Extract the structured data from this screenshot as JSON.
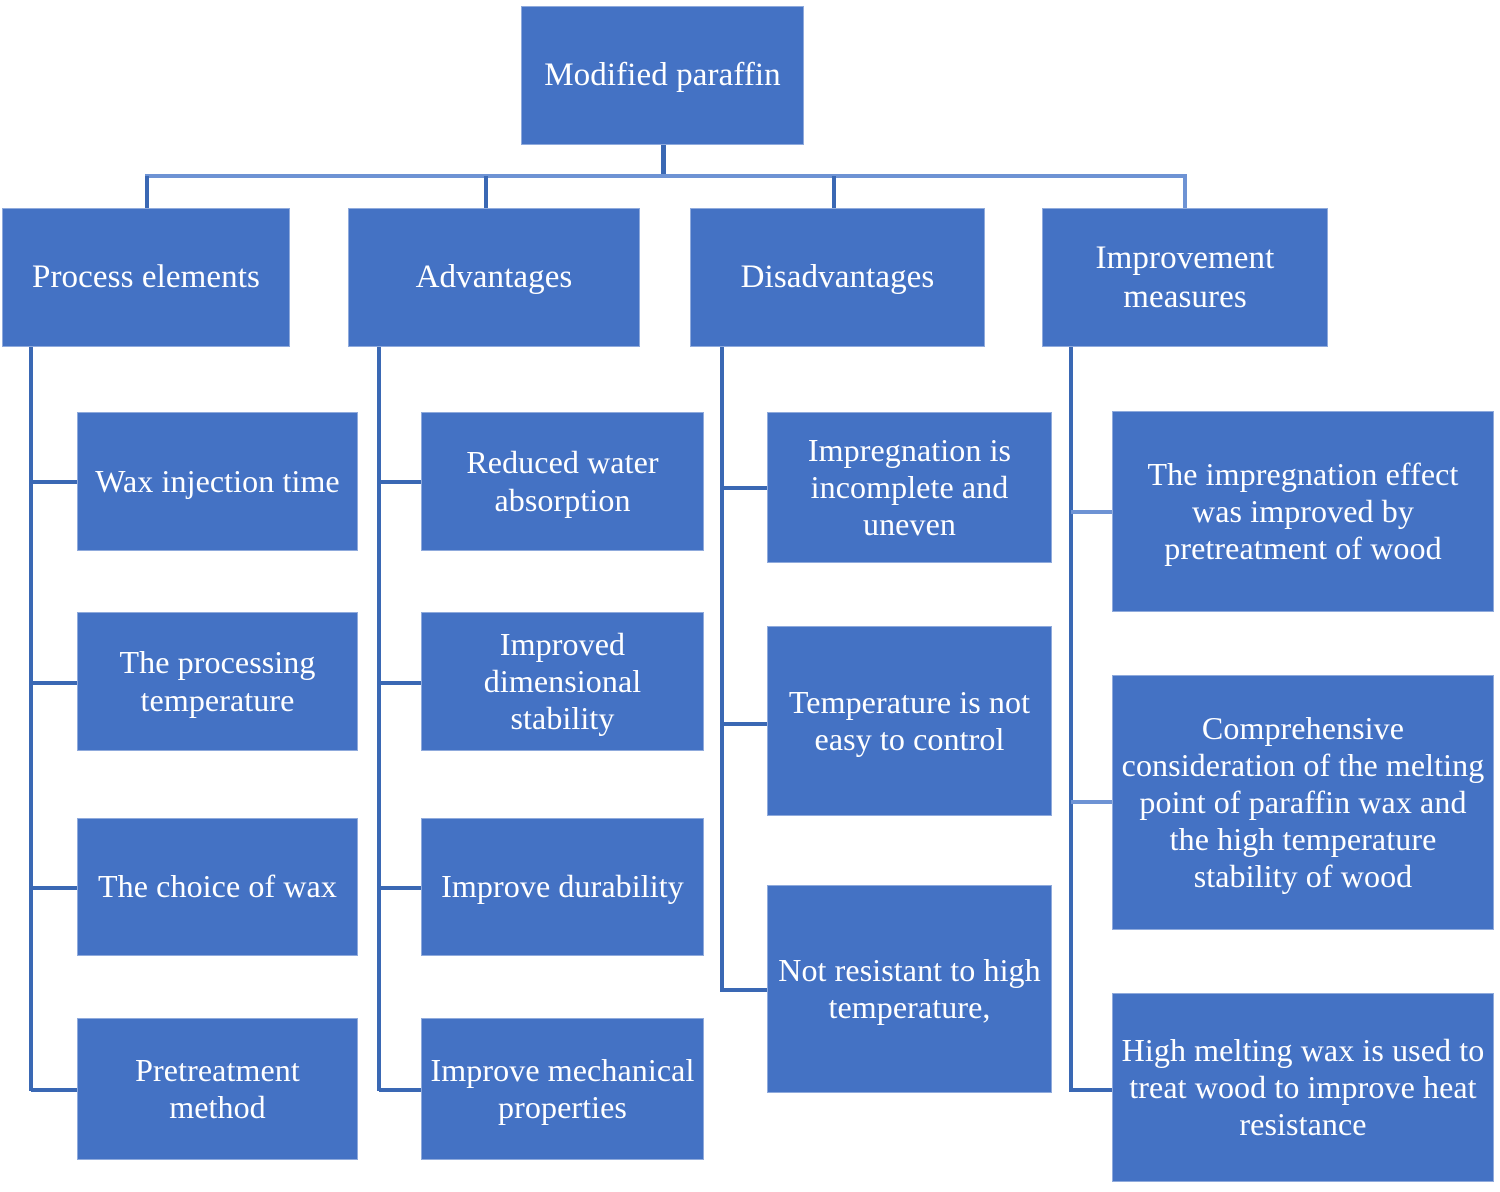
{
  "diagram": {
    "type": "organizational-tree",
    "title_node": "Modified paraffin",
    "colors": {
      "node_fill": "#4472C4",
      "node_border": "#8FAADC",
      "connector": "#3A68B4",
      "connector_light": "#6E93D4",
      "text": "#FFFFFF",
      "background": "#FFFFFF"
    },
    "root": {
      "label": "Modified paraffin"
    },
    "branches": [
      {
        "label": "Process elements",
        "children": [
          {
            "label": "Wax injection time"
          },
          {
            "label": "The processing temperature"
          },
          {
            "label": "The choice of wax"
          },
          {
            "label": "Pretreatment method"
          }
        ]
      },
      {
        "label": "Advantages",
        "children": [
          {
            "label": "Reduced water absorption"
          },
          {
            "label": "Improved dimensional stability"
          },
          {
            "label": "Improve durability"
          },
          {
            "label": "Improve mechanical properties"
          }
        ]
      },
      {
        "label": "Disadvantages",
        "children": [
          {
            "label": "Impregnation is incomplete and uneven"
          },
          {
            "label": "Temperature is not easy to control"
          },
          {
            "label": "Not resistant to high temperature,"
          }
        ]
      },
      {
        "label": "Improvement measures",
        "children": [
          {
            "label": "The impregnation effect was improved by pretreatment of wood"
          },
          {
            "label": "Comprehensive consideration of the melting point of paraffin wax and the high temperature stability of wood"
          },
          {
            "label": "High melting wax is used to treat wood to improve heat resistance"
          }
        ]
      }
    ]
  }
}
